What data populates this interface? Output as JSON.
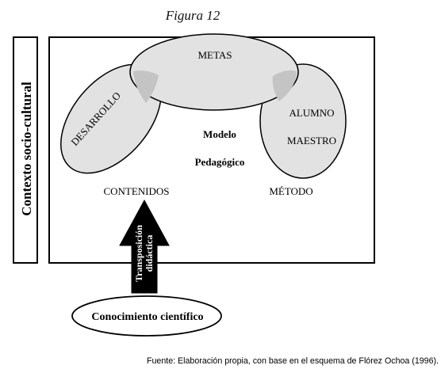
{
  "figure_title": "Figura 12",
  "side_label": "Contexto socio-cultural",
  "ellipses": {
    "top": "METAS",
    "left": "DESARROLLO",
    "right_line1": "ALUMNO",
    "right_line2": "MAESTRO"
  },
  "center": {
    "line1": "Modelo",
    "line2": "Pedagógico"
  },
  "labels": {
    "contents": "CONTENIDOS",
    "method": "MÉTODO"
  },
  "arrow": {
    "line1": "Transposición",
    "line2": "didáctica"
  },
  "knowledge": "Conocimiento científico",
  "source": "Fuente: Elaboración propia, con base en el esquema de Flórez Ochoa (1996)."
}
